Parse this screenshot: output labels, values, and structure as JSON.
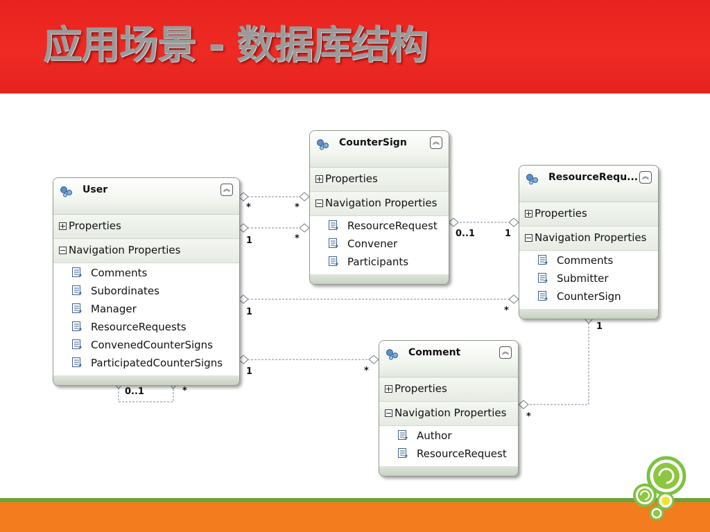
{
  "slide": {
    "title": "应用场景 - 数据库结构"
  },
  "colors": {
    "header_red": "#e8231f",
    "footer_orange": "#f37c1f",
    "footer_green": "#6aa538"
  },
  "diagram": {
    "entities": {
      "user": {
        "name": "User",
        "properties_label": "Properties",
        "navigation_label": "Navigation Properties",
        "navigation_properties": [
          "Comments",
          "Subordinates",
          "Manager",
          "ResourceRequests",
          "ConvenedCounterSigns",
          "ParticipatedCounterSigns"
        ]
      },
      "countersign": {
        "name": "CounterSign",
        "properties_label": "Properties",
        "navigation_label": "Navigation Properties",
        "navigation_properties": [
          "ResourceRequest",
          "Convener",
          "Participants"
        ]
      },
      "resourcerequest": {
        "name": "ResourceRequ...",
        "properties_label": "Properties",
        "navigation_label": "Navigation Properties",
        "navigation_properties": [
          "Comments",
          "Submitter",
          "CounterSign"
        ]
      },
      "comment": {
        "name": "Comment",
        "properties_label": "Properties",
        "navigation_label": "Navigation Properties",
        "navigation_properties": [
          "Author",
          "ResourceRequest"
        ]
      }
    },
    "associations": [
      {
        "from": "User",
        "to": "CounterSign",
        "from_mult": "*",
        "to_mult": "*"
      },
      {
        "from": "User",
        "to": "CounterSign",
        "from_mult": "1",
        "to_mult": "*"
      },
      {
        "from": "CounterSign",
        "to": "ResourceRequest",
        "from_mult": "0..1",
        "to_mult": "1"
      },
      {
        "from": "User",
        "to": "ResourceRequest",
        "from_mult": "1",
        "to_mult": "*"
      },
      {
        "from": "User",
        "to": "Comment",
        "from_mult": "1",
        "to_mult": "*"
      },
      {
        "from": "ResourceRequest",
        "to": "Comment",
        "from_mult": "1",
        "to_mult": "*"
      },
      {
        "from": "User",
        "to": "User",
        "from_mult": "0..1",
        "to_mult": "*"
      }
    ]
  }
}
